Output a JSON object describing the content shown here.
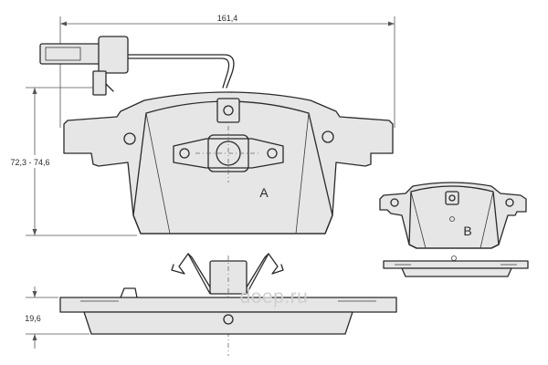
{
  "dimensions": {
    "width_label": "161,4",
    "height_label": "72,3 - 74,6",
    "thickness_label": "19,6"
  },
  "parts": {
    "main_pad_label": "A",
    "small_pad_label": "B"
  },
  "watermark": "doep.ru",
  "colors": {
    "line": "#2a2a2a",
    "pad_fill": "#e6e6e6",
    "watermark": "#cfcfcf"
  }
}
